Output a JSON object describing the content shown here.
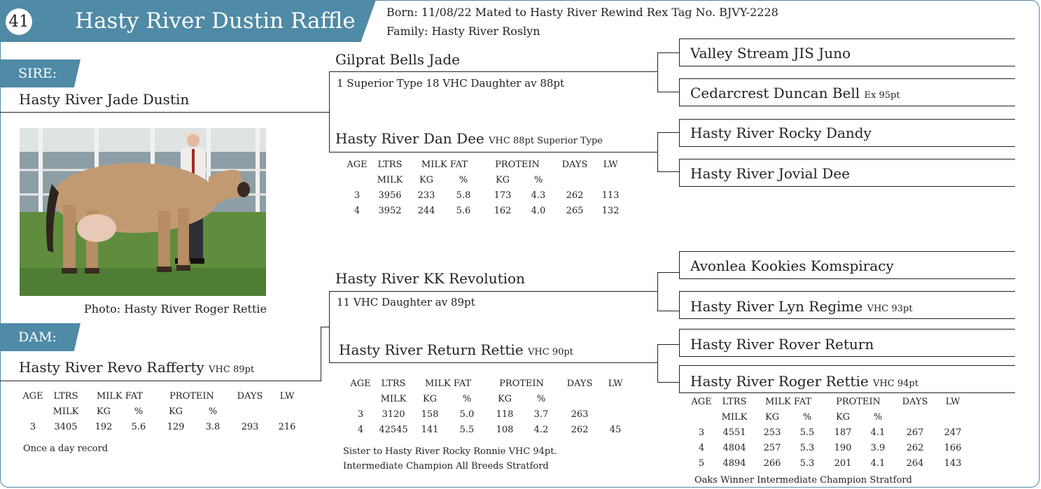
{
  "header": {
    "lot_number": "41",
    "title": "Hasty River Dustin Raffle",
    "line1": "Born: 11/08/22  Mated to Hasty River Rewind Rex  Tag No. BJVY-2228",
    "line2": "Family: Hasty River Roslyn"
  },
  "sire": {
    "tab_label": "SIRE:",
    "name": "Hasty River Jade Dustin",
    "sire_name": "Gilprat Bells Jade",
    "sire_note": "1 Superior Type 18 VHC Daughter av 88pt",
    "dam_name": "Hasty River Dan Dee",
    "dam_suffix": "VHC 88pt Superior Type",
    "dam_stats": {
      "head1": [
        "AGE",
        "LTRS",
        "MILK FAT",
        "",
        "PROTEIN",
        "",
        "DAYS",
        "LW"
      ],
      "head2": [
        "",
        "MILK",
        "KG",
        "%",
        "KG",
        "%",
        "",
        ""
      ],
      "rows": [
        [
          "3",
          "3956",
          "233",
          "5.8",
          "173",
          "4.3",
          "262",
          "113"
        ],
        [
          "4",
          "3952",
          "244",
          "5.6",
          "162",
          "4.0",
          "265",
          "132"
        ]
      ]
    },
    "g_sire_sire": "Valley Stream JIS Juno",
    "g_sire_dam": "Cedarcrest Duncan Bell",
    "g_sire_dam_suffix": "Ex 95pt",
    "g_dam_sire": "Hasty River Rocky Dandy",
    "g_dam_dam": "Hasty River Jovial Dee"
  },
  "photo": {
    "caption": "Photo: Hasty River Roger Rettie",
    "colors": {
      "sky": "#8e9ea6",
      "grass": "#5f8d3d",
      "cow": "#c29a72",
      "shed": "#dfe3e4"
    }
  },
  "dam": {
    "tab_label": "DAM:",
    "name": "Hasty River Revo Rafferty",
    "name_suffix": "VHC 89pt",
    "stats": {
      "head1": [
        "AGE",
        "LTRS",
        "MILK FAT",
        "",
        "PROTEIN",
        "",
        "DAYS",
        "LW"
      ],
      "head2": [
        "",
        "MILK",
        "KG",
        "%",
        "KG",
        "%",
        "",
        ""
      ],
      "rows": [
        [
          "3",
          "3405",
          "192",
          "5.6",
          "129",
          "3.8",
          "293",
          "216"
        ]
      ]
    },
    "note": "Once a day record",
    "sire_name": "Hasty River KK Revolution",
    "sire_note": "11 VHC Daughter av 89pt",
    "dam_name": "Hasty River Return Rettie",
    "dam_suffix": "VHC 90pt",
    "dam_stats": {
      "head1": [
        "AGE",
        "LTRS",
        "MILK FAT",
        "",
        "PROTEIN",
        "",
        "DAYS",
        "LW"
      ],
      "head2": [
        "",
        "MILK",
        "KG",
        "%",
        "KG",
        "%",
        "",
        ""
      ],
      "rows": [
        [
          "3",
          "3120",
          "158",
          "5.0",
          "118",
          "3.7",
          "263",
          ""
        ],
        [
          "4",
          "42545",
          "141",
          "5.5",
          "108",
          "4.2",
          "262",
          "45"
        ]
      ]
    },
    "dam_note1": "Sister to Hasty River Rocky Ronnie VHC 94pt.",
    "dam_note2": "Intermediate Champion All Breeds Stratford",
    "g_sire_sire": "Avonlea Kookies Komspiracy",
    "g_sire_dam": "Hasty River Lyn Regime",
    "g_sire_dam_suffix": "VHC 93pt",
    "g_dam_sire": "Hasty River Rover Return",
    "g_dam_dam": "Hasty River Roger Rettie",
    "g_dam_dam_suffix": "VHC 94pt",
    "g_dam_dam_stats": {
      "head1": [
        "AGE",
        "LTRS",
        "MILK FAT",
        "",
        "PROTEIN",
        "",
        "DAYS",
        "LW"
      ],
      "head2": [
        "",
        "MILK",
        "KG",
        "%",
        "KG",
        "%",
        "",
        ""
      ],
      "rows": [
        [
          "3",
          "4551",
          "253",
          "5.5",
          "187",
          "4.1",
          "267",
          "247"
        ],
        [
          "4",
          "4804",
          "257",
          "5.3",
          "190",
          "3.9",
          "262",
          "166"
        ],
        [
          "5",
          "4894",
          "266",
          "5.3",
          "201",
          "4.1",
          "264",
          "143"
        ]
      ]
    },
    "g_dam_dam_note": "Oaks Winner Intermediate Champion Stratford"
  }
}
